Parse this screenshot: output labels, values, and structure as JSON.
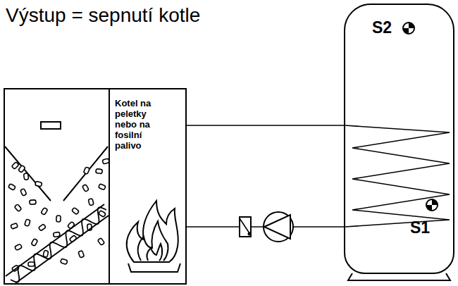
{
  "diagram": {
    "nodes": [
      {
        "text": [
          "Kotel na peletky nebo na fosilní palivo"
        ]
      },
      {
        "text": [
          "S2",
          "S1"
        ]
      }
    ],
    "edges": [
      {
        "from": 0,
        "to": 1,
        "arrow": "none"
      },
      {
        "from": 0,
        "to": 1,
        "arrow": "none"
      }
    ],
    "labels": [
      "Výstup = sepnutí kotle"
    ]
  }
}
